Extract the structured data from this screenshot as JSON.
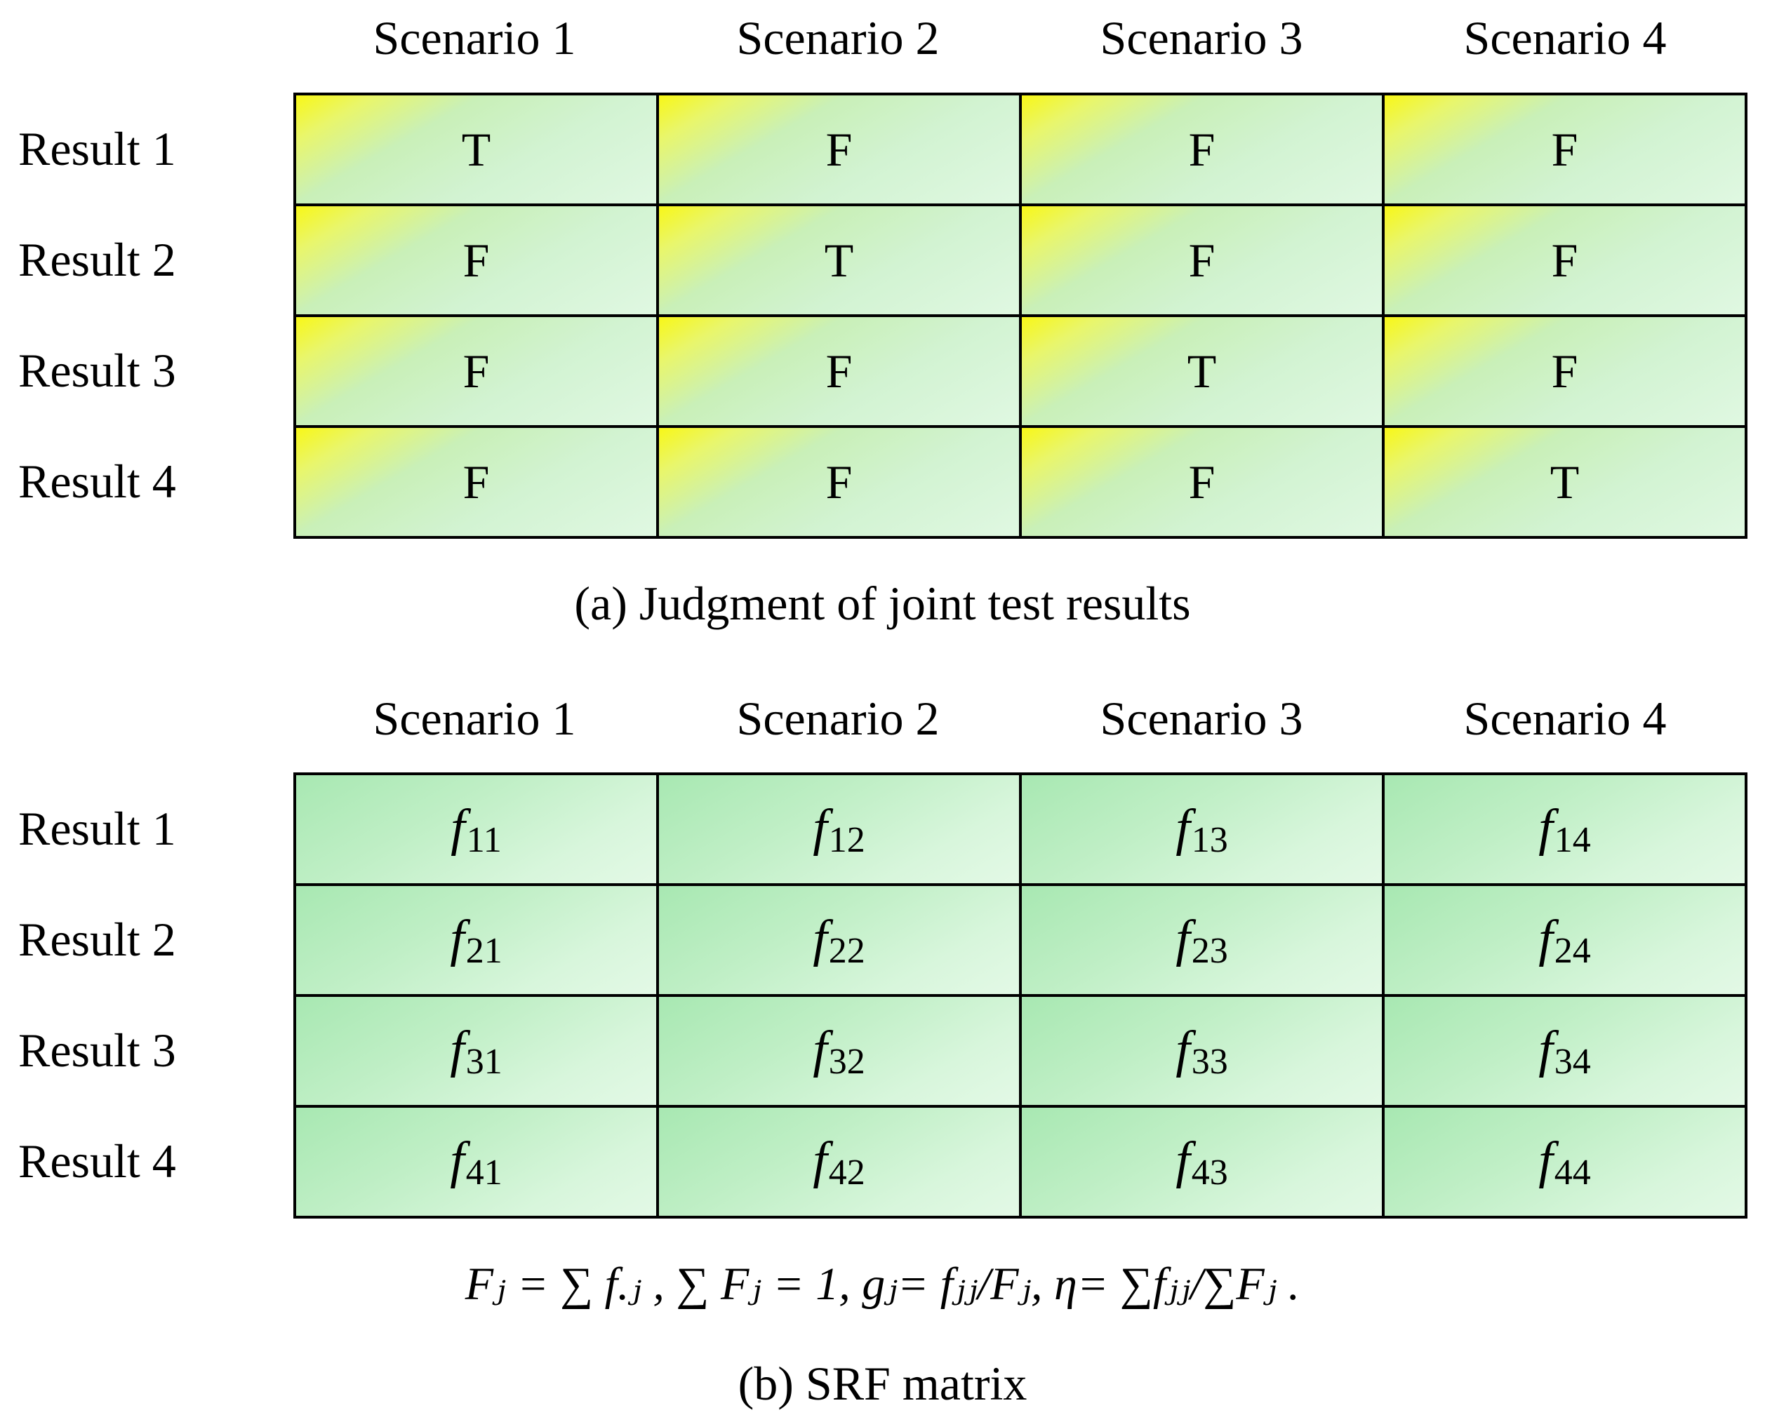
{
  "panel_a": {
    "columns": [
      "Scenario 1",
      "Scenario 2",
      "Scenario 3",
      "Scenario 4"
    ],
    "rows": [
      "Result 1",
      "Result 2",
      "Result 3",
      "Result 4"
    ],
    "cells": [
      [
        "T",
        "F",
        "F",
        "F"
      ],
      [
        "F",
        "T",
        "F",
        "F"
      ],
      [
        "F",
        "F",
        "T",
        "F"
      ],
      [
        "F",
        "F",
        "F",
        "T"
      ]
    ],
    "caption": "(a) Judgment  of joint test results"
  },
  "panel_b": {
    "columns": [
      "Scenario 1",
      "Scenario 2",
      "Scenario 3",
      "Scenario 4"
    ],
    "rows": [
      "Result 1",
      "Result 2",
      "Result 3",
      "Result 4"
    ],
    "symbol": "f",
    "subscripts": [
      [
        "11",
        "12",
        "13",
        "14"
      ],
      [
        "21",
        "22",
        "23",
        "24"
      ],
      [
        "31",
        "32",
        "33",
        "34"
      ],
      [
        "41",
        "42",
        "43",
        "44"
      ]
    ],
    "formula": "Fⱼ = ∑ f.ⱼ , ∑ Fⱼ = 1, gⱼ= fⱼⱼ/Fⱼ,  η= ∑fⱼⱼ/∑Fⱼ .",
    "caption": "(b) SRF matrix"
  }
}
